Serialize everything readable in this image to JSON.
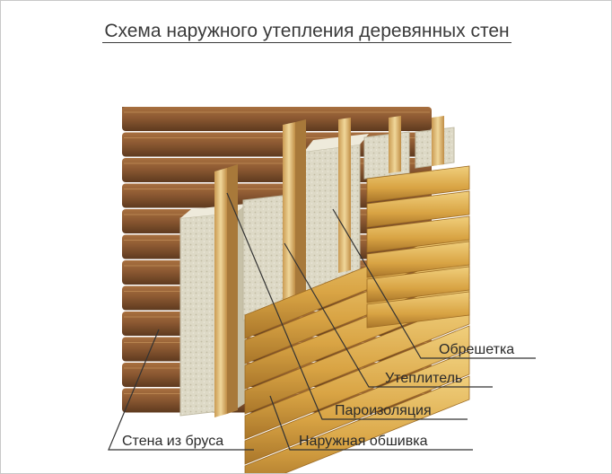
{
  "title": "Схема наружного утепления деревянных стен",
  "labels": {
    "lathing": "Обрешетка",
    "insulation": "Утеплитель",
    "vapor_barrier": "Пароизоляция",
    "timber_wall": "Стена из бруса",
    "exterior_cladding": "Наружная обшивка"
  },
  "colors": {
    "log_wall": "#8b5a33",
    "log_highlight": "#b07a4a",
    "battens": "#e3c07a",
    "insulation": "#ddd8c4",
    "cladding": "#d8a845",
    "leader_line": "#333333"
  }
}
